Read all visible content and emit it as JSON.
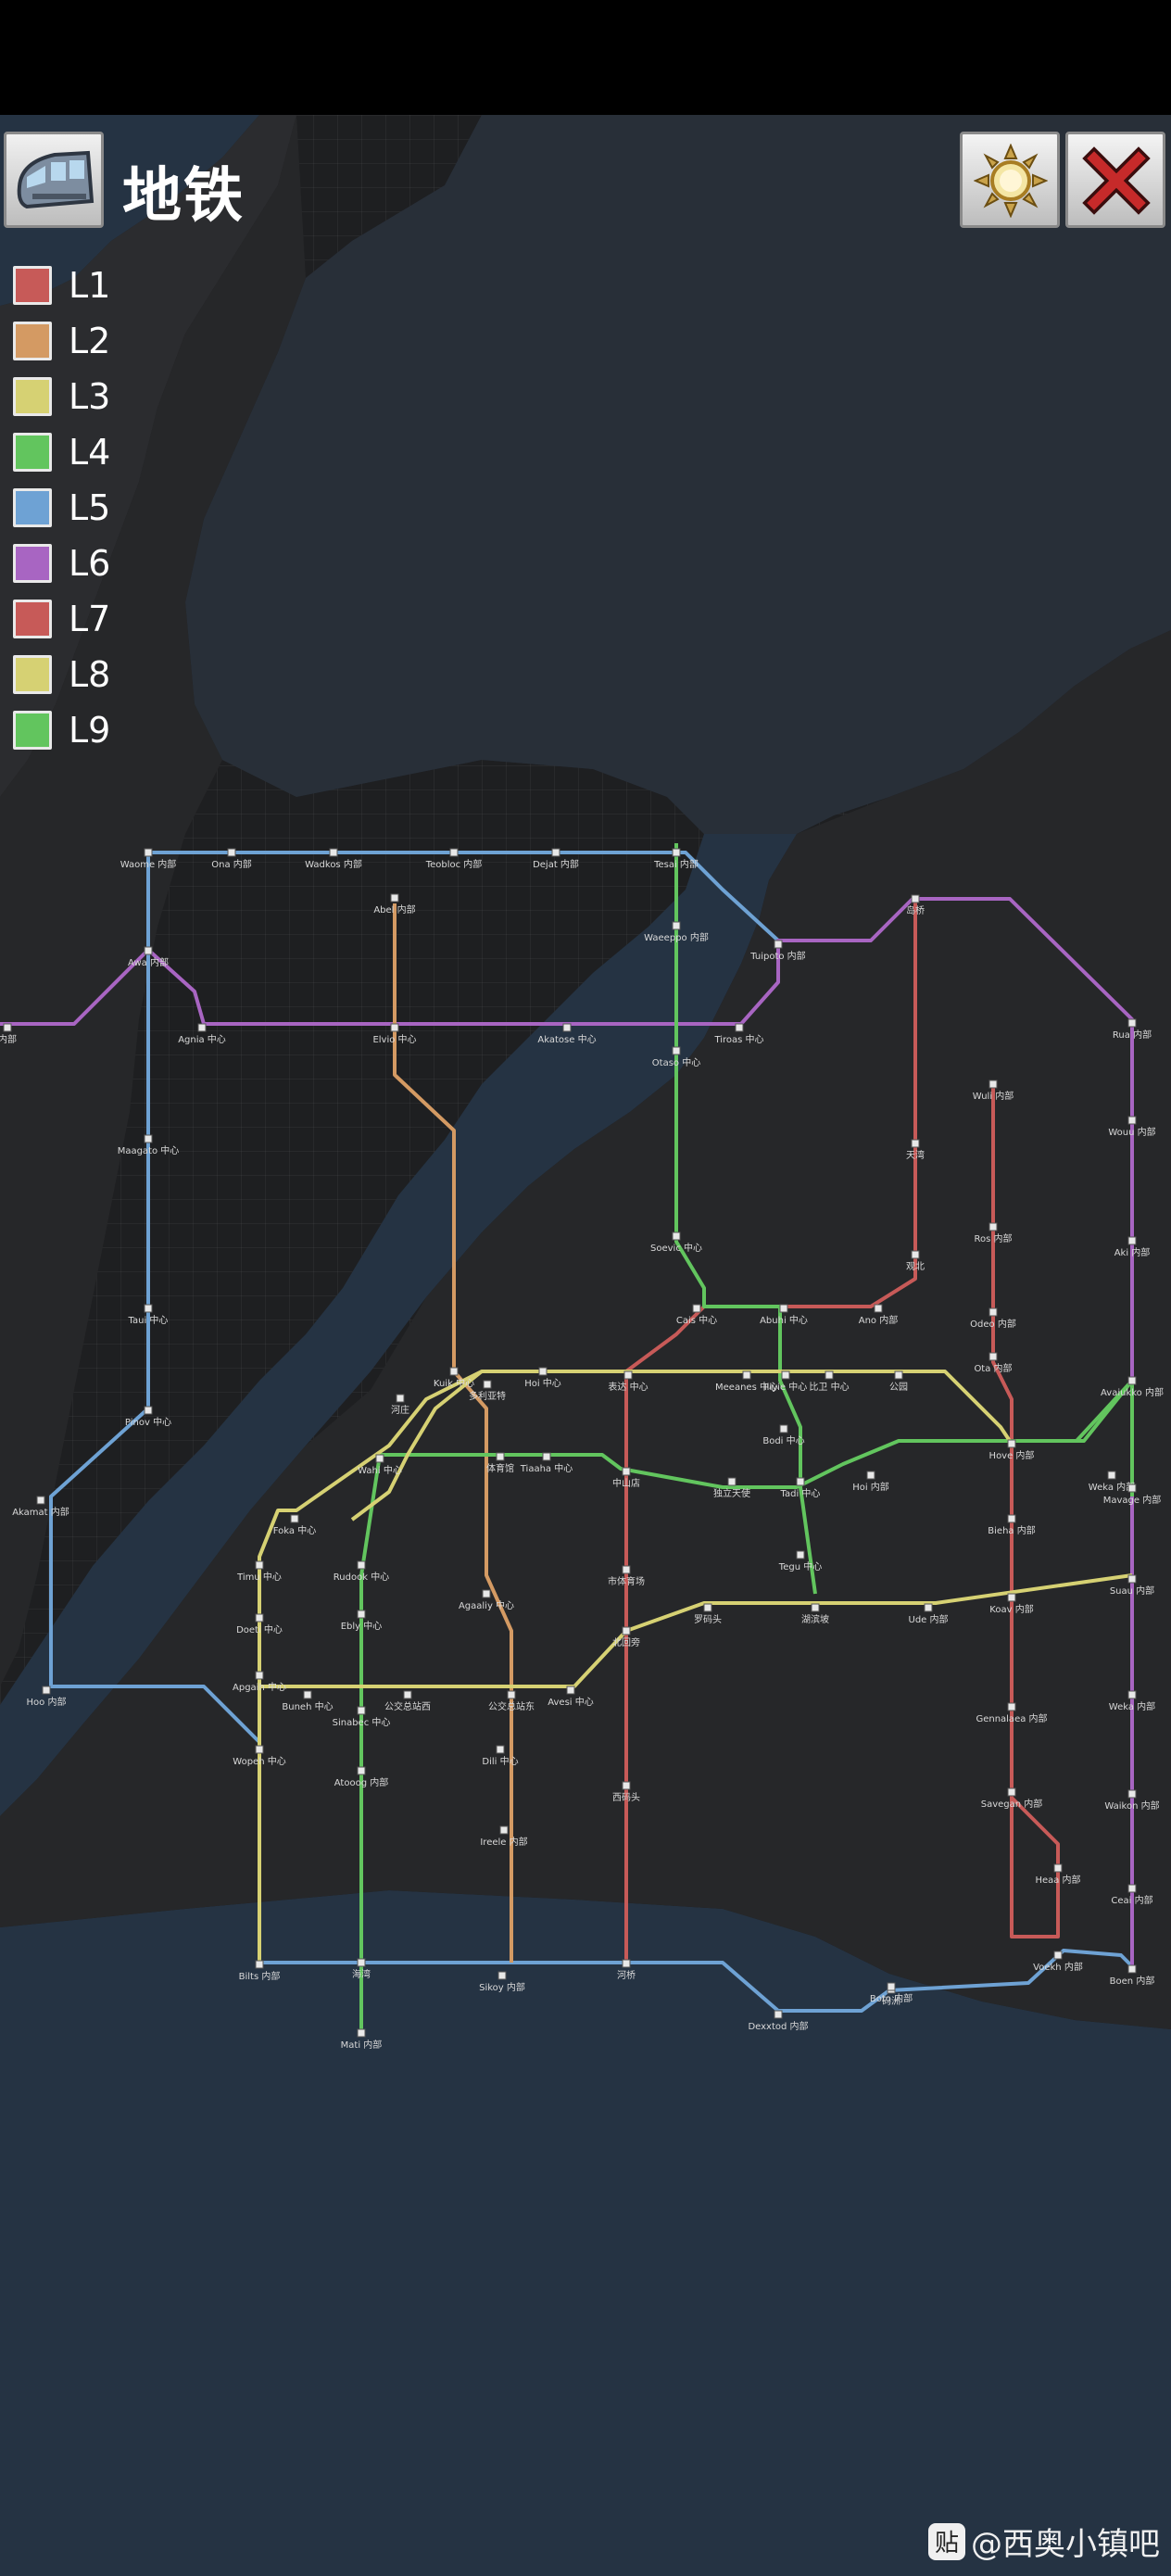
{
  "header": {
    "title": "地铁",
    "app_icon": "subway-train-icon",
    "settings_icon": "sun-icon",
    "close_icon": "close-x-icon"
  },
  "legend": [
    {
      "label": "L1",
      "color": "#c75a58"
    },
    {
      "label": "L2",
      "color": "#d49a63"
    },
    {
      "label": "L3",
      "color": "#d6d173"
    },
    {
      "label": "L4",
      "color": "#62c55e"
    },
    {
      "label": "L5",
      "color": "#6ea2d4"
    },
    {
      "label": "L6",
      "color": "#a865c2"
    },
    {
      "label": "L7",
      "color": "#c75a58"
    },
    {
      "label": "L8",
      "color": "#d6d173"
    },
    {
      "label": "L9",
      "color": "#62c55e"
    }
  ],
  "stations": [
    {
      "name": "Waome 内部"
    },
    {
      "name": "Ona 内部"
    },
    {
      "name": "Wadkos 内部"
    },
    {
      "name": "Teobloc 内部"
    },
    {
      "name": "Dejat 内部"
    },
    {
      "name": "Tesai 内部"
    },
    {
      "name": "Abel 内部"
    },
    {
      "name": "Awa 内部"
    },
    {
      "name": "内部"
    },
    {
      "name": "Agnia 中心"
    },
    {
      "name": "Elvio 中心"
    },
    {
      "name": "Akatose 中心"
    },
    {
      "name": "Tiroas 中心"
    },
    {
      "name": "Waeeppo 内部"
    },
    {
      "name": "Tuipoto 内部"
    },
    {
      "name": "岛桥"
    },
    {
      "name": "Rua 内部"
    },
    {
      "name": "Otaso 中心"
    },
    {
      "name": "Maagato 中心"
    },
    {
      "name": "Wuli 内部"
    },
    {
      "name": "Wouu 内部"
    },
    {
      "name": "天湾"
    },
    {
      "name": "Soevic 中心"
    },
    {
      "name": "Ros 内部"
    },
    {
      "name": "Aki 内部"
    },
    {
      "name": "观北"
    },
    {
      "name": "Taui 中心"
    },
    {
      "name": "Cais 中心"
    },
    {
      "name": "Abuhi 中心"
    },
    {
      "name": "Ano 内部"
    },
    {
      "name": "Odeo 内部"
    },
    {
      "name": "Ota 内部"
    },
    {
      "name": "Kuik 中心"
    },
    {
      "name": "Hoi 中心"
    },
    {
      "name": "表达 中心"
    },
    {
      "name": "Meeanes 中心"
    },
    {
      "name": "Illyie 中心"
    },
    {
      "name": "比卫 中心"
    },
    {
      "name": "公园"
    },
    {
      "name": "Avaiukko 内部"
    },
    {
      "name": "Pinov 中心"
    },
    {
      "name": "多利亚特"
    },
    {
      "name": "河庄"
    },
    {
      "name": "Bodi 中心"
    },
    {
      "name": "Weka 内部"
    },
    {
      "name": "Hoi 内部"
    },
    {
      "name": "Hove 内部"
    },
    {
      "name": "Akamat 内部"
    },
    {
      "name": "Wahi 中心"
    },
    {
      "name": "体育馆"
    },
    {
      "name": "Tiaaha 中心"
    },
    {
      "name": "中山店"
    },
    {
      "name": "独立天使"
    },
    {
      "name": "Tadi 中心"
    },
    {
      "name": "Mavage 内部"
    },
    {
      "name": "Foka 中心"
    },
    {
      "name": "Bieha 内部"
    },
    {
      "name": "Timu 中心"
    },
    {
      "name": "Rudook 中心"
    },
    {
      "name": "市体育场"
    },
    {
      "name": "Tegu 中心"
    },
    {
      "name": "Suau 内部"
    },
    {
      "name": "Agaaliy 中心"
    },
    {
      "name": "Ebly 中心"
    },
    {
      "name": "Doeti 中心"
    },
    {
      "name": "罗码头"
    },
    {
      "name": "湖滨坡"
    },
    {
      "name": "Ude 内部"
    },
    {
      "name": "Koav 内部"
    },
    {
      "name": "Apgaih 中心"
    },
    {
      "name": "北回旁"
    },
    {
      "name": "Hoo 内部"
    },
    {
      "name": "Buneh 中心"
    },
    {
      "name": "公交总站西"
    },
    {
      "name": "公交总站东"
    },
    {
      "name": "Avesi 中心"
    },
    {
      "name": "Weka 内部"
    },
    {
      "name": "Sinabec 中心"
    },
    {
      "name": "Wopeh 中心"
    },
    {
      "name": "Dili 中心"
    },
    {
      "name": "Gennalaea 内部"
    },
    {
      "name": "Atooog 内部"
    },
    {
      "name": "西码头"
    },
    {
      "name": "Savegan 内部"
    },
    {
      "name": "Waikon 内部"
    },
    {
      "name": "Ireele 内部"
    },
    {
      "name": "Heaa 内部"
    },
    {
      "name": "Ceai 内部"
    },
    {
      "name": "河桥"
    },
    {
      "name": "Voekh 内部"
    },
    {
      "name": "Bilts 内部"
    },
    {
      "name": "海湾"
    },
    {
      "name": "Sikoy 内部"
    },
    {
      "name": "码洲"
    },
    {
      "name": "Boen 内部"
    },
    {
      "name": "Boto 内部"
    },
    {
      "name": "Dexxtod 内部"
    },
    {
      "name": "Mati 内部"
    }
  ],
  "watermark": {
    "icon": "tieba-icon",
    "icon_glyph": "贴",
    "text": "@西奥小镇吧"
  }
}
